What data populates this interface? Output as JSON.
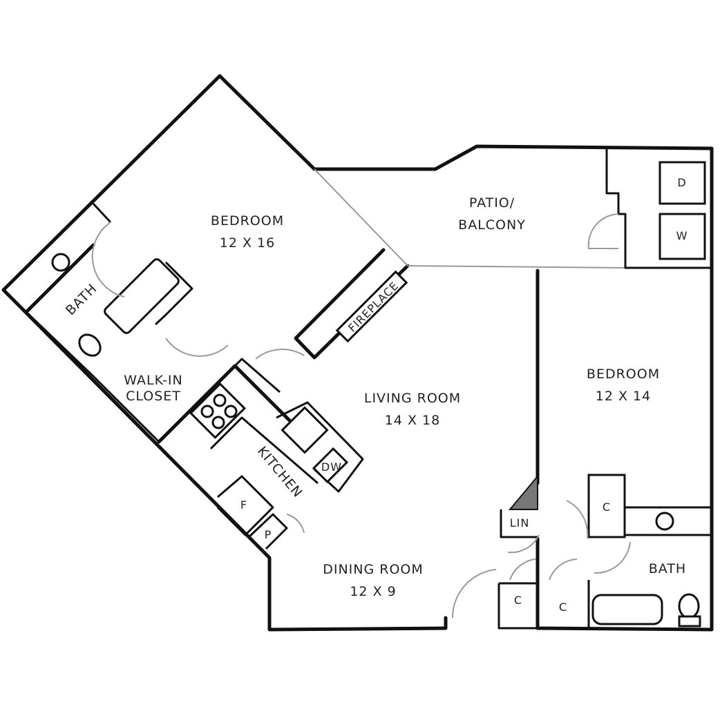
{
  "rooms": {
    "bedroom1": {
      "name": "BEDROOM",
      "size": "12 X 16"
    },
    "bath1": {
      "name": "BATH"
    },
    "closet": {
      "name1": "WALK-IN",
      "name2": "CLOSET"
    },
    "kitchen": {
      "name": "KITCHEN"
    },
    "fridge": "F",
    "pantry": "P",
    "dishwasher": "DW",
    "fireplace": "FIREPLACE",
    "patio": {
      "name1": "PATIO/",
      "name2": "BALCONY"
    },
    "dryer": "D",
    "washer": "W",
    "living": {
      "name": "LIVING ROOM",
      "size": "14 X 18"
    },
    "bedroom2": {
      "name": "BEDROOM",
      "size": "12 X 14"
    },
    "linen": "LIN",
    "closet_c": "C",
    "bath2": {
      "name": "BATH"
    },
    "dining": {
      "name": "DINING ROOM",
      "size": "12 X 9"
    }
  }
}
